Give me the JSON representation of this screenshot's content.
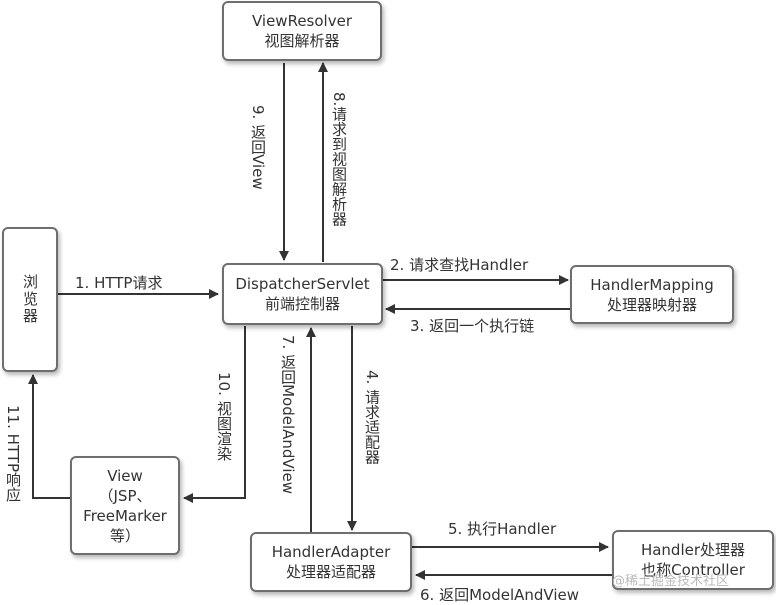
{
  "nodes": {
    "browser": "浏览器",
    "view_resolver": {
      "line1": "ViewResolver",
      "line2": "视图解析器"
    },
    "dispatcher": {
      "line1": "DispatcherServlet",
      "line2": "前端控制器"
    },
    "handler_mapping": {
      "line1": "HandlerMapping",
      "line2": "处理器映射器"
    },
    "view": {
      "line1": "View",
      "line2": "（JSP、",
      "line3": "FreeMarker",
      "line4": "等）"
    },
    "handler_adapter": {
      "line1": "HandlerAdapter",
      "line2": "处理器适配器"
    },
    "handler": {
      "line1": "Handler处理器",
      "line2": "也称Controller"
    }
  },
  "edges": {
    "e1": "1. HTTP请求",
    "e2": "2. 请求查找Handler",
    "e3": "3. 返回一个执行链",
    "e4": "4. 请求适配器",
    "e5": "5. 执行Handler",
    "e6": "6. 返回ModelAndView",
    "e7": "7. 返回ModelAndView",
    "e8": "8.请求到视图解析器",
    "e9": "9. 返回View",
    "e10": "10. 视图渲染",
    "e11": "11. HTTP响应"
  },
  "watermark": "@稀土掘金技术社区",
  "colors": {
    "border": "#6e6e6e",
    "arrow": "#333333",
    "text": "#333333"
  }
}
